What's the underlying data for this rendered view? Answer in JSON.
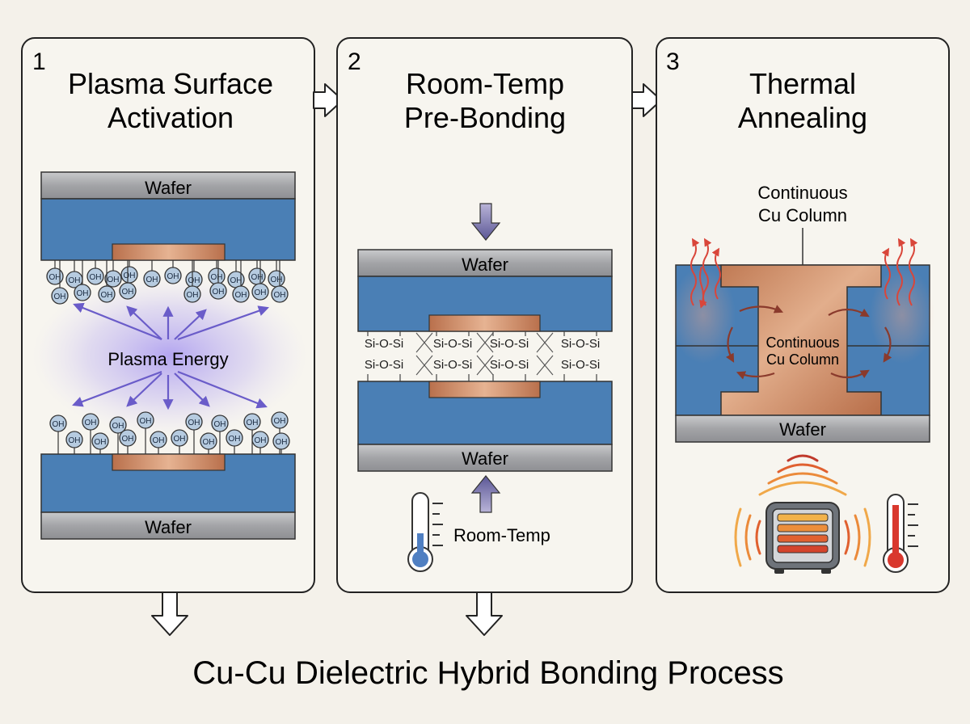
{
  "colors": {
    "background": "#f4f1ea",
    "dielectric": "#4a7fb5",
    "copper": "#c8825e",
    "wafer": "#a9aaac",
    "plasma": "#8a78e0",
    "heat": "#d9463a",
    "hydroxyl": "#b6cbe0"
  },
  "panels": [
    {
      "number": "1",
      "title_line1": "Plasma Surface",
      "title_line2": "Activation"
    },
    {
      "number": "2",
      "title_line1": "Room-Temp",
      "title_line2": "Pre-Bonding"
    },
    {
      "number": "3",
      "title_line1": "Thermal",
      "title_line2": "Annealing"
    }
  ],
  "labels": {
    "wafer": "Wafer",
    "oh": "OH",
    "plasma_energy": "Plasma Energy",
    "siosi": "Si-O-Si",
    "room_temp": "Room-Temp",
    "cu_column_line1": "Continuous",
    "cu_column_line2": "Cu Column"
  },
  "icons": [
    "arrow-right-icon",
    "arrow-down-icon",
    "thermometer-icon",
    "heater-icon",
    "heat-wave-icon"
  ],
  "footer": {
    "title": "Cu-Cu Dielectric Hybrid Bonding Process"
  }
}
